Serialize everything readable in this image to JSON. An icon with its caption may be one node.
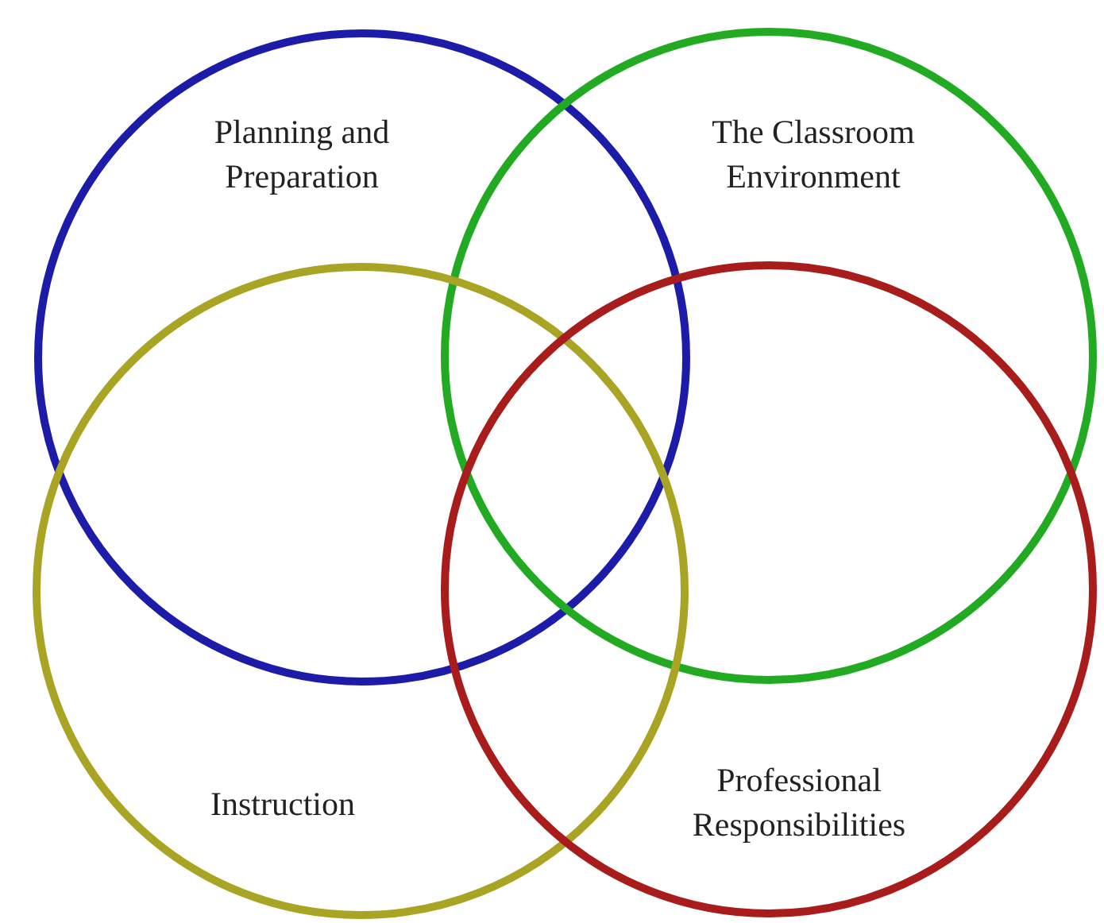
{
  "diagram": {
    "nodes": [
      {
        "text": [
          "Planning and Preparation"
        ]
      },
      {
        "text": [
          "The Classroom Environment"
        ]
      },
      {
        "text": [
          "Instruction"
        ]
      },
      {
        "text": [
          "Professional Responsibilities"
        ]
      }
    ]
  }
}
